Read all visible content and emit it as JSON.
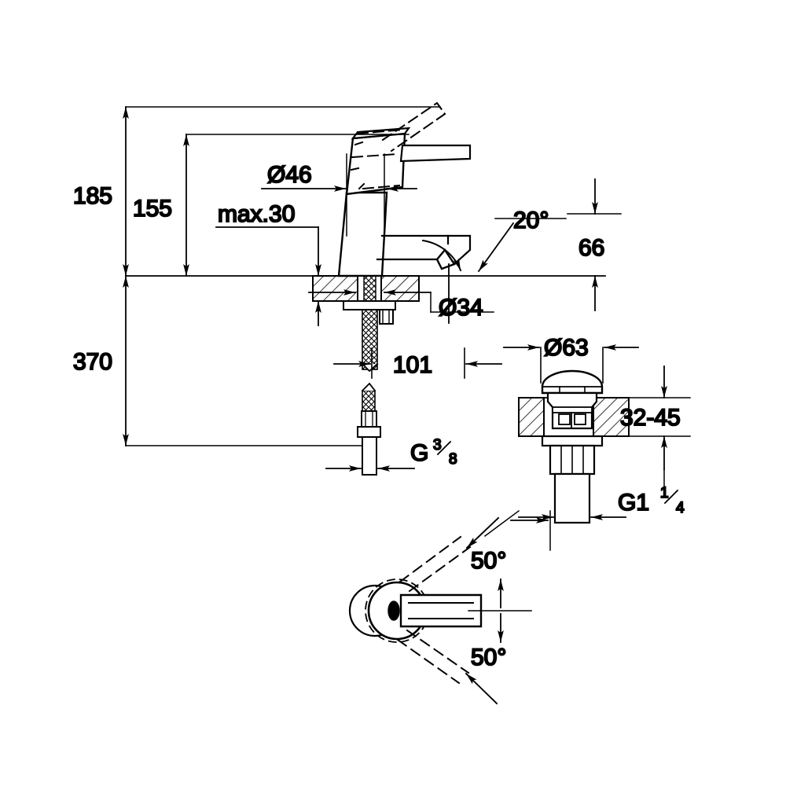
{
  "drawing": {
    "title": "Single-lever basin mixer installation dimension drawing",
    "units": "mm",
    "line_color": "#000000",
    "background": "#ffffff"
  },
  "dimensions": {
    "height_total": "185",
    "height_spout": "155",
    "deck_thickness_max": "max.30",
    "body_diameter": "Ø46",
    "base_diameter": "Ø34",
    "spout_angle": "20°",
    "spout_projection": "66",
    "spout_reach": "101",
    "hose_length": "370",
    "hose_thread": "G",
    "hose_thread_num": "3",
    "hose_thread_den": "8",
    "drain_cap_diameter": "Ø63",
    "drain_deck_range": "32-45",
    "drain_thread": "G1",
    "drain_thread_num": "1",
    "drain_thread_den": "4",
    "lever_swivel_left": "50°",
    "lever_swivel_right": "50°"
  },
  "views": {
    "elevation": "faucet-elevation-view",
    "hose": "flexible-hose-detail",
    "drain": "pop-up-drain-section",
    "plan": "lever-swivel-plan-view"
  }
}
